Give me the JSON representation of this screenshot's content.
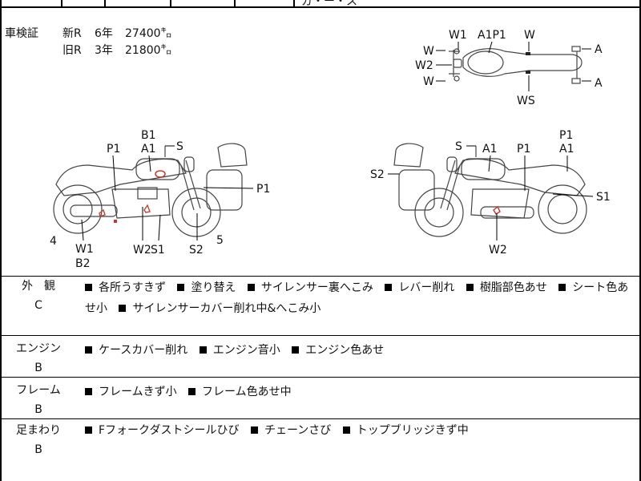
{
  "top_fragment": "ガ・ー・ス",
  "shaken": {
    "title": "車検証",
    "rows": [
      {
        "kind": "新R",
        "years": "6年",
        "km": "27400㌔"
      },
      {
        "kind": "旧R",
        "years": "3年",
        "km": "21800㌔"
      }
    ]
  },
  "diagram_labels": {
    "top_view": {
      "w1": "W1",
      "a1p1": "A1P1",
      "w_top": "W",
      "w_left1": "W",
      "w2": "W2",
      "w_left3": "W",
      "ws": "WS",
      "a_top": "A",
      "a_bottom": "A"
    },
    "left_view": {
      "b1": "B1",
      "p1": "P1",
      "a1": "A1",
      "s": "S",
      "p1_right": "P1",
      "n4": "4",
      "w1": "W1",
      "b2": "B2",
      "w2": "W2",
      "s1": "S1",
      "s2": "S2",
      "n5": "5"
    },
    "right_view": {
      "s": "S",
      "a1": "A1",
      "p1_top": "P1",
      "p1": "P1",
      "a1_right": "A1",
      "s2": "S2",
      "s1": "S1",
      "w2": "W2"
    }
  },
  "sections": [
    {
      "label": "外　観",
      "grade": "C",
      "items": [
        "各所うすきず",
        "塗り替え",
        "サイレンサー裏へこみ",
        "レバー削れ",
        "樹脂部色あせ",
        "シート色あせ小",
        "サイレンサーカバー削れ中&へこみ小"
      ]
    },
    {
      "label": "エンジン",
      "grade": "B",
      "items": [
        "ケースカバー削れ",
        "エンジン音小",
        "エンジン色あせ"
      ]
    },
    {
      "label": "フレーム",
      "grade": "B",
      "items": [
        "フレームきず小",
        "フレーム色あせ中"
      ]
    },
    {
      "label": "足まわり",
      "grade": "B",
      "items": [
        "Fフォークダストシールひび",
        "チェーンさび",
        "トップブリッジきず中"
      ]
    }
  ],
  "colors": {
    "border": "#000000",
    "line_art": "#444444",
    "damage_mark": "#c0392b"
  }
}
